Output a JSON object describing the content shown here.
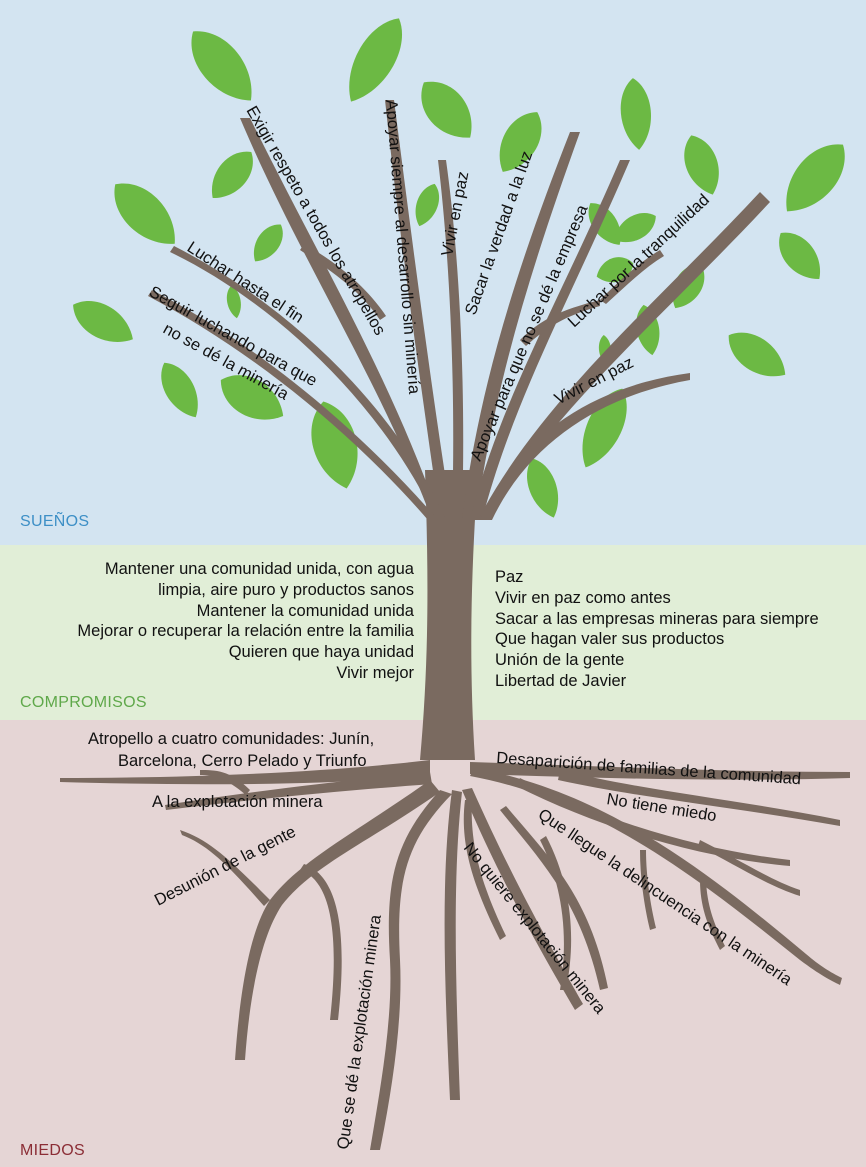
{
  "colors": {
    "suenos_bg": "#d3e4f1",
    "compromisos_bg": "#e1eed7",
    "miedos_bg": "#e5d5d5",
    "suenos_label": "#3d8fc6",
    "compromisos_label": "#5fa84a",
    "miedos_label": "#8b2d35",
    "leaf": "#6cb944",
    "trunk": "#7a6a60"
  },
  "sections": {
    "suenos": "SUEÑOS",
    "compromisos": "COMPROMISOS",
    "miedos": "MIEDOS"
  },
  "suenos": {
    "exigir": "Exigir respeto a todos los atropellos",
    "apoyar_siempre": "Apoyar siempre al desarrollo sin minería",
    "vivir_paz_1": "Vivir en paz",
    "sacar_verdad": "Sacar la verdad a la luz",
    "apoyar_para": "Apoyar para que no se dé la empresa",
    "luchar_tranquilidad": "Luchar por la tranquilidad",
    "vivir_paz_2": "Vivir en paz",
    "luchar_fin": "Luchar hasta el fin",
    "seguir_1": "Seguir luchando para que",
    "seguir_2": "no se dé la minería"
  },
  "compromisos": {
    "left": [
      "Mantener una comunidad unida, con agua",
      "limpia, aire puro y productos sanos",
      "Mantener la comunidad unida",
      "Mejorar o recuperar la relación entre la familia",
      "Quieren que haya unidad",
      "Vivir mejor"
    ],
    "right": [
      "Paz",
      "Vivir en paz como antes",
      "Sacar a las empresas mineras para siempre",
      "Que hagan valer sus productos",
      "Unión de la gente",
      "Libertad de Javier"
    ]
  },
  "miedos": {
    "atropello_1": "Atropello a cuatro comunidades: Junín,",
    "atropello_2": "Barcelona, Cerro Pelado y Triunfo",
    "explotacion": "A la explotación minera",
    "desunion": "Desunión de la gente",
    "que_se_de": "Que se dé la explotación minera",
    "no_quiere": "No quiere explotación minera",
    "desaparicion": "Desaparición de familias de la comunidad",
    "no_miedo": "No tiene miedo",
    "delincuencia": "Que llegue la delincuencia con la minería"
  }
}
